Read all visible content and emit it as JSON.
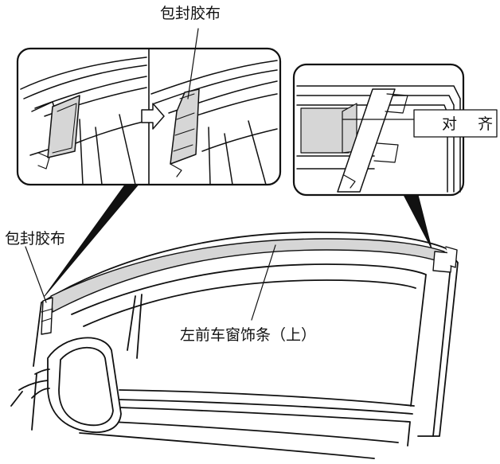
{
  "labels": {
    "tape_top": "包封胶布",
    "tape_left": "包封胶布",
    "molding": "左前车窗饰条（上）",
    "align": "对 齐"
  },
  "colors": {
    "line": "#111111",
    "tape_fill": "#d6d6d6",
    "background": "#ffffff"
  },
  "icons": {
    "step_arrow": "right-arrow-icon"
  }
}
